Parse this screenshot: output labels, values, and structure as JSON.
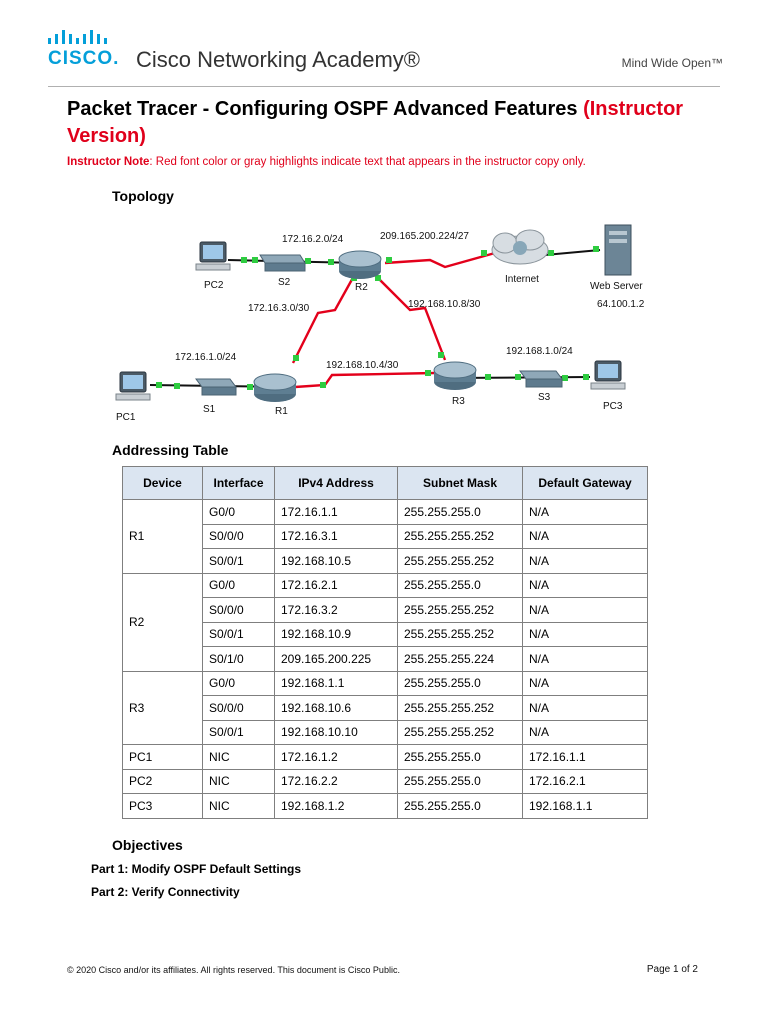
{
  "header": {
    "logo_word": "CISCO.",
    "academy": "Cisco Networking Academy®",
    "tagline": "Mind Wide Open™"
  },
  "doc": {
    "title_main": "Packet Tracer - Configuring OSPF Advanced Features ",
    "title_red": "(Instructor Version)",
    "note_label": "Instructor Note",
    "note_text": ": Red font color or gray highlights indicate text that appears in the instructor copy only."
  },
  "sections": {
    "topology": "Topology",
    "addressing": "Addressing Table",
    "objectives": "Objectives"
  },
  "topology": {
    "labels": {
      "pc2": "PC2",
      "s2": "S2",
      "r2": "R2",
      "pc1": "PC1",
      "s1": "S1",
      "r1": "R1",
      "r3": "R3",
      "s3": "S3",
      "pc3": "PC3",
      "internet": "Internet",
      "web_server": "Web Server",
      "web_ip": "64.100.1.2"
    },
    "networks": {
      "net_r2_lan": "172.16.2.0/24",
      "net_isp": "209.165.200.224/27",
      "net_r1_r2": "172.16.3.0/30",
      "net_r2_r3": "192.168.10.8/30",
      "net_r1_lan": "172.16.1.0/24",
      "net_r1_r3": "192.168.10.4/30",
      "net_r3_lan": "192.168.1.0/24"
    },
    "colors": {
      "serial": "#e3001b",
      "ethernet": "#111111",
      "port": "#2ecc40"
    }
  },
  "table": {
    "headers": [
      "Device",
      "Interface",
      "IPv4 Address",
      "Subnet Mask",
      "Default Gateway"
    ],
    "groups": [
      {
        "device": "R1",
        "rows": [
          [
            "G0/0",
            "172.16.1.1",
            "255.255.255.0",
            "N/A"
          ],
          [
            "S0/0/0",
            "172.16.3.1",
            "255.255.255.252",
            "N/A"
          ],
          [
            "S0/0/1",
            "192.168.10.5",
            "255.255.255.252",
            "N/A"
          ]
        ]
      },
      {
        "device": "R2",
        "rows": [
          [
            "G0/0",
            "172.16.2.1",
            "255.255.255.0",
            "N/A"
          ],
          [
            "S0/0/0",
            "172.16.3.2",
            "255.255.255.252",
            "N/A"
          ],
          [
            "S0/0/1",
            "192.168.10.9",
            "255.255.255.252",
            "N/A"
          ],
          [
            "S0/1/0",
            "209.165.200.225",
            "255.255.255.224",
            "N/A"
          ]
        ]
      },
      {
        "device": "R3",
        "rows": [
          [
            "G0/0",
            "192.168.1.1",
            "255.255.255.0",
            "N/A"
          ],
          [
            "S0/0/0",
            "192.168.10.6",
            "255.255.255.252",
            "N/A"
          ],
          [
            "S0/0/1",
            "192.168.10.10",
            "255.255.255.252",
            "N/A"
          ]
        ]
      },
      {
        "device": "PC1",
        "rows": [
          [
            "NIC",
            "172.16.1.2",
            "255.255.255.0",
            "172.16.1.1"
          ]
        ]
      },
      {
        "device": "PC2",
        "rows": [
          [
            "NIC",
            "172.16.2.2",
            "255.255.255.0",
            "172.16.2.1"
          ]
        ]
      },
      {
        "device": "PC3",
        "rows": [
          [
            "NIC",
            "192.168.1.2",
            "255.255.255.0",
            "192.168.1.1"
          ]
        ]
      }
    ]
  },
  "objectives": [
    "Part 1: Modify OSPF Default Settings",
    "Part 2: Verify Connectivity"
  ],
  "footer": {
    "copyright": "© 2020 Cisco and/or its affiliates. All rights reserved. This document is Cisco Public.",
    "page": "Page 1 of 2"
  }
}
